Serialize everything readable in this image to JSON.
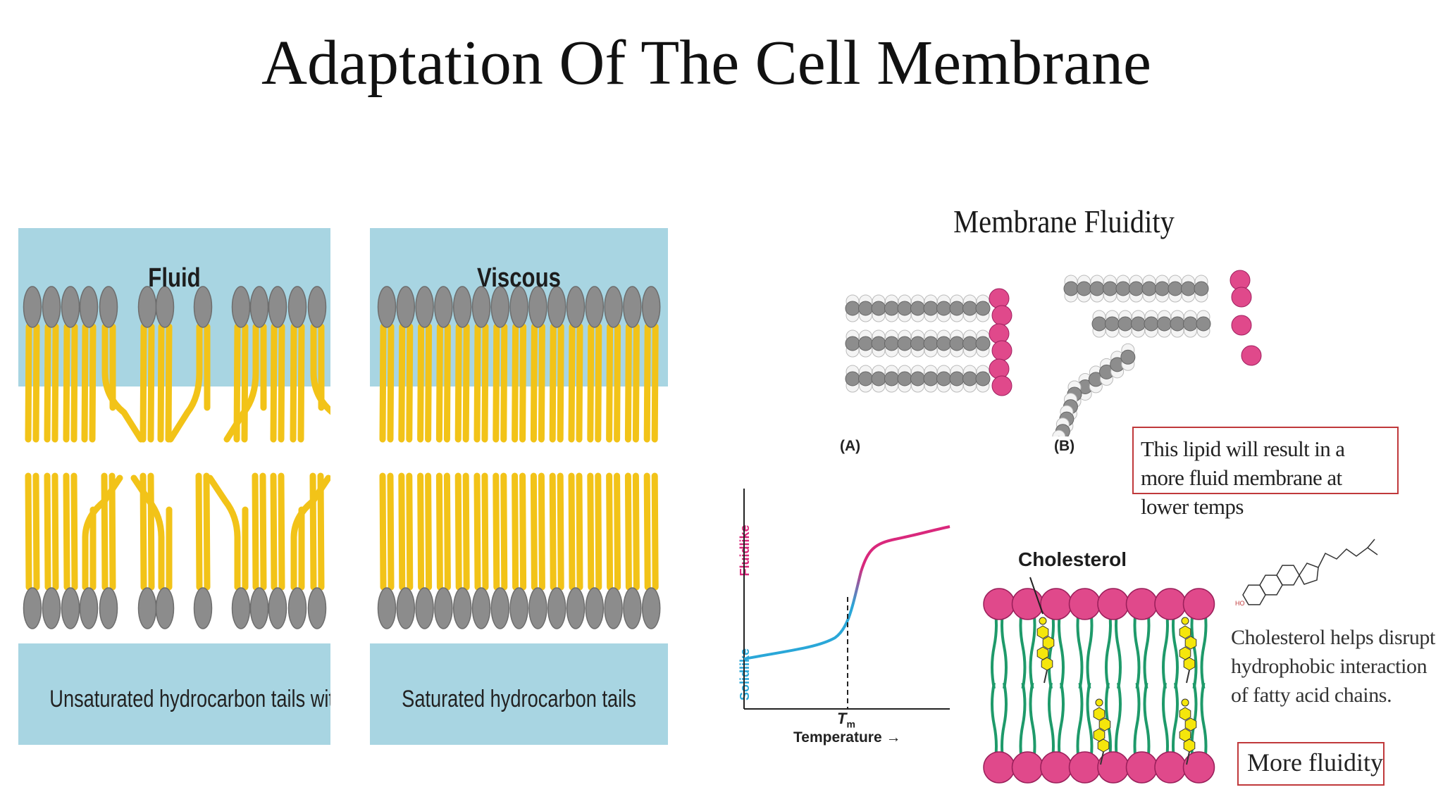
{
  "slide_title": "Adaptation Of The Cell Membrane",
  "panel_fluid": {
    "heading": "Fluid",
    "caption": "Unsaturated hydrocarbon tails with kinks"
  },
  "panel_viscous": {
    "heading": "Viscous",
    "caption": "Saturated hydrocarbon tails"
  },
  "fluidity": {
    "title": "Membrane Fluidity",
    "label_a": "(A)",
    "label_b": "(B)",
    "note_lipid": "This lipid will result in a more fluid membrane at lower temps"
  },
  "graph": {
    "y_top_label": "Fluidlike",
    "y_bottom_label": "Solidlike",
    "x_label": "Temperature →",
    "tm_label": "T",
    "tm_sub": "m"
  },
  "cholesterol": {
    "label": "Cholesterol",
    "note": "Cholesterol helps disrupt hydrophobic interaction of fatty acid chains.",
    "more_fluidity": "More fluidity"
  },
  "colors": {
    "water": "#a8d5e2",
    "lipid_head": "#8c8c8c",
    "lipid_tail": "#f2c318",
    "tail_outline": "#b8860b",
    "pink_head": "#e0498b",
    "curve_cold": "#2aa7d8",
    "curve_hot": "#d9287c",
    "chain_green": "#1e9a6a",
    "cholesterol_yellow": "#f5e60c"
  }
}
